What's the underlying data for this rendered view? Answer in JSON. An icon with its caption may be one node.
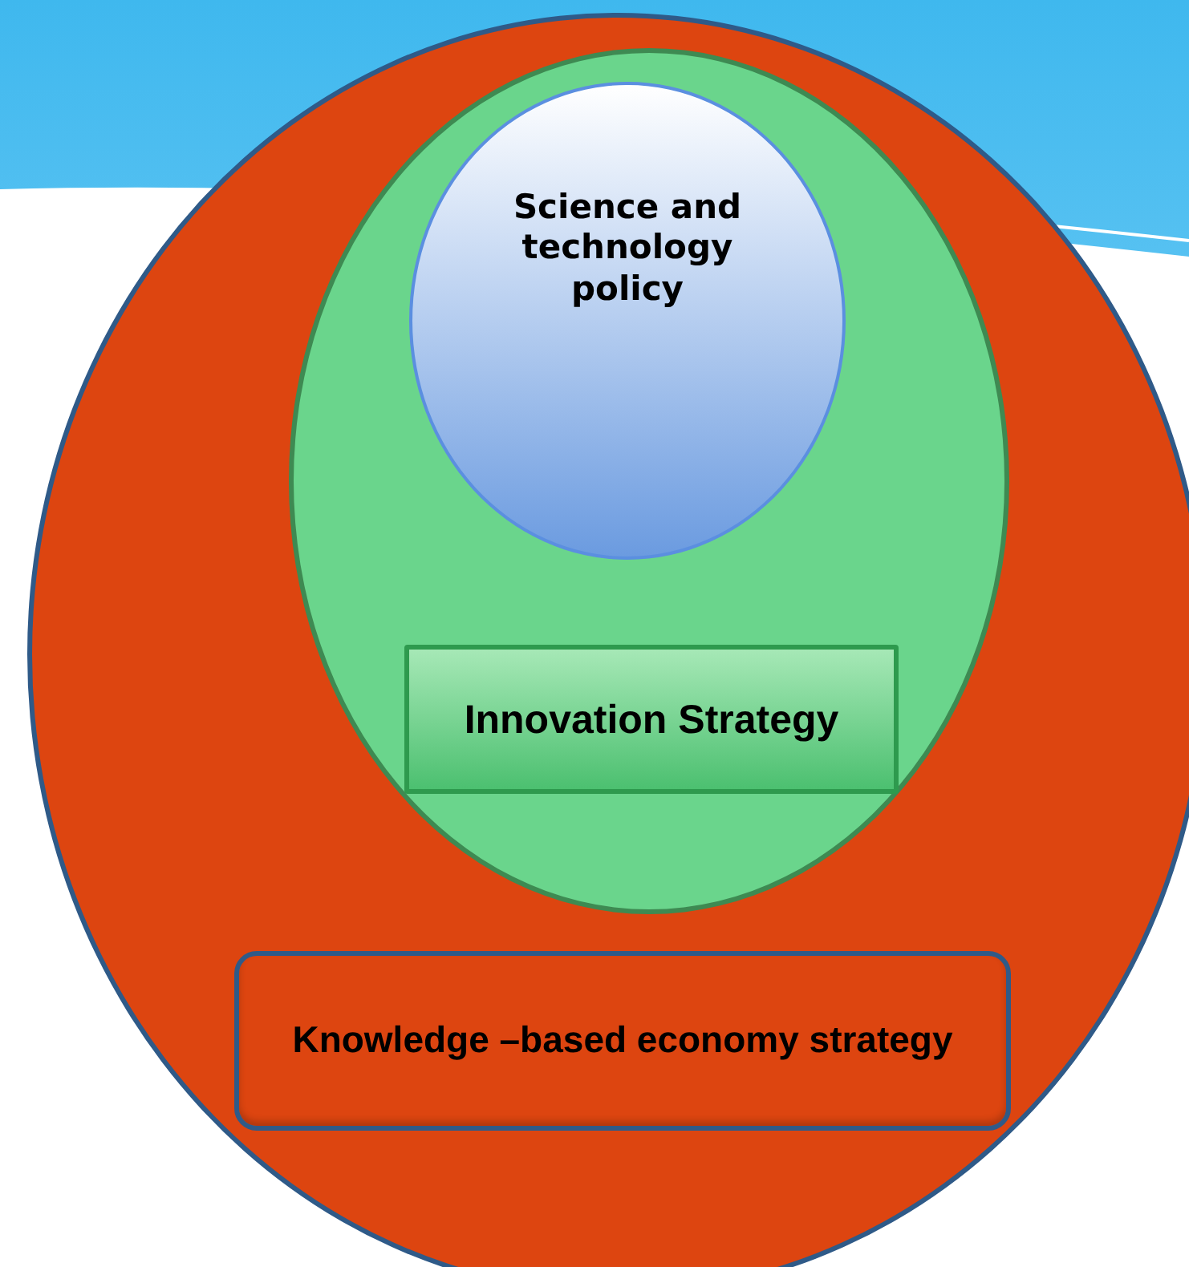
{
  "diagram": {
    "nodes": [
      {
        "text": [],
        "shape": "ellipse"
      },
      {
        "text": [],
        "shape": "ellipse",
        "in": 0
      },
      {
        "text": [
          "Science and technology policy"
        ],
        "in": 1
      },
      {
        "text": [
          "Innovation Strategy"
        ],
        "in": 1
      },
      {
        "text": [
          "Knowledge –based economy strategy"
        ],
        "in": 0
      }
    ]
  }
}
